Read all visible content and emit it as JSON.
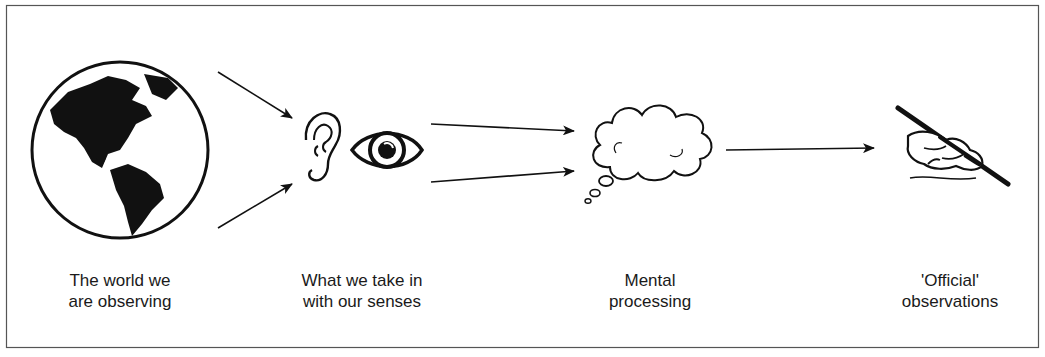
{
  "diagram": {
    "nodes": [
      {
        "text": [
          "The world we are observing"
        ]
      },
      {
        "text": [
          "What we take in with our senses"
        ]
      },
      {
        "text": [
          "Mental processing"
        ]
      },
      {
        "text": [
          "'Official' observations"
        ]
      }
    ],
    "edges": [
      {
        "from": 0,
        "to": 1,
        "arrow": "to"
      },
      {
        "from": 0,
        "to": 1,
        "arrow": "to"
      },
      {
        "from": 1,
        "to": 2,
        "arrow": "to"
      },
      {
        "from": 1,
        "to": 2,
        "arrow": "to"
      },
      {
        "from": 2,
        "to": 3,
        "arrow": "to"
      }
    ]
  }
}
